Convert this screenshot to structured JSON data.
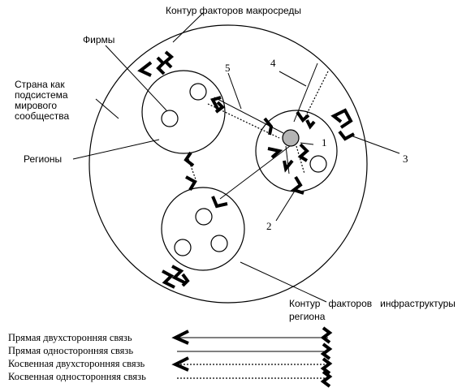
{
  "labels": {
    "macro_contour": "Контур факторов макросреды",
    "firms": "Фирмы",
    "country": [
      "Страна как",
      "подсистема",
      "мирового",
      "сообщества"
    ],
    "regions": "Регионы",
    "infra_contour": [
      "Контур   факторов   инфраструктуры",
      "региона"
    ],
    "n1": "1",
    "n2": "2",
    "n3": "3",
    "n4": "4",
    "n5": "5"
  },
  "legend": [
    {
      "label": "Прямая двухсторонняя связь",
      "line": "solid",
      "arrows": "both"
    },
    {
      "label": "Прямая односторонняя связь",
      "line": "solid",
      "arrows": "one"
    },
    {
      "label": "Косвенная двухсторонняя связь",
      "line": "dotted",
      "arrows": "both"
    },
    {
      "label": "Косвенная односторонняя связь",
      "line": "dotted",
      "arrows": "one"
    }
  ],
  "colors": {
    "ink": "#000000",
    "paper": "#ffffff",
    "hub_fill": "#b4b4b4"
  }
}
